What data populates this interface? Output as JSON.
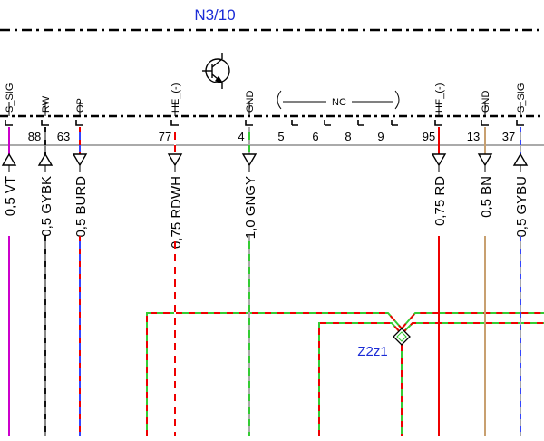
{
  "component": {
    "title": "N3/10"
  },
  "splice": {
    "label": "Z2z1"
  },
  "nc_bracket": {
    "label": "NC"
  },
  "pins": [
    {
      "signal": "S_SIG",
      "pin": "88",
      "wire": "0,5 VT",
      "colors": [
        "#cc00cc"
      ]
    },
    {
      "signal": "RW",
      "pin": "63",
      "wire": "0,5 GYBK",
      "colors": [
        "#888888",
        "#111111"
      ]
    },
    {
      "signal": "OP",
      "pin": "",
      "wire": "0,5 BURD",
      "colors": [
        "#3344ff",
        "#ee0000"
      ]
    },
    {
      "signal": "HE_(-)",
      "pin": "77",
      "wire": "0,75 RDWH",
      "colors": [
        "#ee0000",
        "#ffffff"
      ]
    },
    {
      "signal": "GND",
      "pin": "4",
      "wire": "1,0 GNGY",
      "colors": [
        "#33cc33",
        "#aaaaaa"
      ]
    },
    {
      "signal": "HE_(-)",
      "pin": "95",
      "wire": "0,75 RD",
      "colors": [
        "#ee0000"
      ]
    },
    {
      "signal": "GND",
      "pin": "13",
      "wire": "0,5 BN",
      "colors": [
        "#c8a070"
      ]
    },
    {
      "signal": "S_SIG",
      "pin": "37",
      "wire": "0,5 GYBU",
      "colors": [
        "#aaaaaa",
        "#3344ff"
      ]
    }
  ],
  "nc_pins": [
    "5",
    "6",
    "8",
    "9"
  ],
  "splice_wires": {
    "colors": [
      "#ee0000",
      "#33cc33"
    ]
  }
}
